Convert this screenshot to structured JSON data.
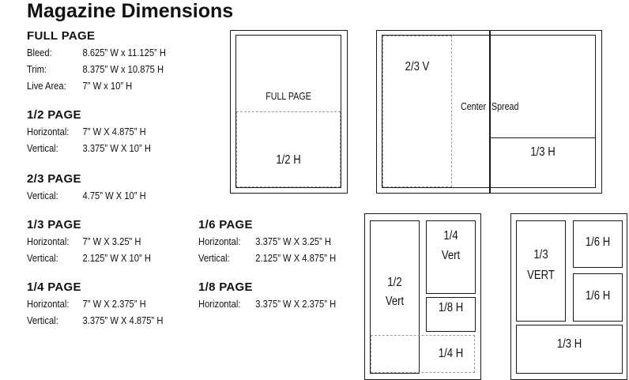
{
  "title": "Magazine Dimensions",
  "specs": {
    "full_page": {
      "heading": "FULL PAGE",
      "rows": [
        {
          "label": "Bleed:",
          "value": "8.625” W x 11.125” H"
        },
        {
          "label": "Trim:",
          "value": "8.375” W x 10.875 H"
        },
        {
          "label": "Live Area:",
          "value": "7” W x 10” H"
        }
      ]
    },
    "half_page": {
      "heading": "1/2 PAGE",
      "rows": [
        {
          "label": "Horizontal:",
          "value": "7” W X 4.875” H"
        },
        {
          "label": "Vertical:",
          "value": "3.375” W X 10” H"
        }
      ]
    },
    "two_thirds_page": {
      "heading": "2/3 PAGE",
      "rows": [
        {
          "label": "Vertical:",
          "value": "4.75” W X 10” H"
        }
      ]
    },
    "third_page": {
      "heading": "1/3 PAGE",
      "rows": [
        {
          "label": "Horizontal:",
          "value": "7” W X 3.25” H"
        },
        {
          "label": "Vertical:",
          "value": "2.125” W X 10” H"
        }
      ]
    },
    "quarter_page": {
      "heading": "1/4 PAGE",
      "rows": [
        {
          "label": "Horizontal:",
          "value": "7” W X 2.375” H"
        },
        {
          "label": "Vertical:",
          "value": "3.375” W X 4.875” H"
        }
      ]
    },
    "sixth_page": {
      "heading": "1/6 PAGE",
      "rows": [
        {
          "label": "Horizontal:",
          "value": "3.375” W X 3.25” H"
        },
        {
          "label": "Vertical:",
          "value": "2.125” W X 4.875” H"
        }
      ]
    },
    "eighth_page": {
      "heading": "1/8 PAGE",
      "rows": [
        {
          "label": "Horizontal:",
          "value": "3.375” W X 2.375” H"
        }
      ]
    }
  },
  "diagrams": {
    "single_page": {
      "full_page": "FULL PAGE",
      "half_h": "1/2 H"
    },
    "spread": {
      "two_thirds_v": "2/3 V",
      "center_left": "Center",
      "center_right": "Spread",
      "third_h": "1/3 H"
    },
    "page_a": {
      "half_line1": "1/2",
      "half_line2": "Vert",
      "quarter_line1": "1/4",
      "quarter_line2": "Vert",
      "eighth_h": "1/8 H",
      "quarter_h": "1/4 H"
    },
    "page_b": {
      "third_line1": "1/3",
      "third_line2": "VERT",
      "sixth_top": "1/6 H",
      "sixth_bottom": "1/6 H",
      "third_h": "1/3 H"
    }
  }
}
